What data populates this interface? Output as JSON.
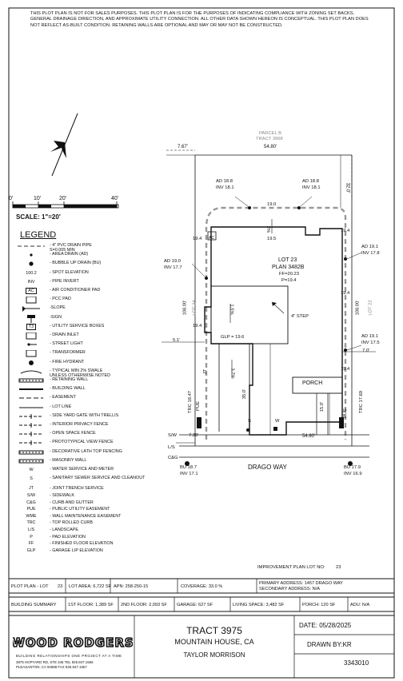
{
  "disclaimer": "THIS PLOT PLAN IS NOT FOR SALES PURPOSES. THIS PLOT PLAN IS FOR THE PURPOSES OF INDICATING COMPLIANCE WITH ZONING SET BACKS, GENERAL DRAINAGE DIRECTION, AND APPROXIMATE UTILITY CONNECTION. ALL OTHER DATA SHOWN HEREON IS CONCEPTUAL. THIS PLOT PLAN DOES NOT REFLECT AS-BUILT CONDITION. RETAINING WALLS ARE OPTIONAL AND MAY OR MAY NOT BE CONSTRUCTED.",
  "scale": {
    "ticks": [
      "0'",
      "10'",
      "20'",
      "40'"
    ],
    "label": "SCALE: 1\"=20'"
  },
  "legend": {
    "title": "LEGEND",
    "items": [
      {
        "symbol": "drain-pipe",
        "label": "- 4\" PVC DRAIN PIPE\n  S=0.005 MIN"
      },
      {
        "symbol": "area-drain",
        "label": "- AREA DRAIN (AD)"
      },
      {
        "symbol": "bubble-drain",
        "label": "- BUBBLE UP DRAIN (BU)"
      },
      {
        "symbol": "spot-elev",
        "label": "- SPOT ELEVATION",
        "sym_text": "100.2"
      },
      {
        "symbol": "pipe-invert",
        "label": "- PIPE INVERT",
        "sym_text": "INV"
      },
      {
        "symbol": "ac-pad",
        "label": "- AIR CONDITIONER PAD",
        "sym_text": "AC"
      },
      {
        "symbol": "pcc-pad",
        "label": "- PCC PAD"
      },
      {
        "symbol": "slope",
        "label": "-SLOPE"
      },
      {
        "symbol": "sign",
        "label": "-SIGN"
      },
      {
        "symbol": "utility-box",
        "label": "- UTILITY SERVICE BOXES",
        "sym_text": "T3"
      },
      {
        "symbol": "drain-inlet",
        "label": "- DRAIN INLET"
      },
      {
        "symbol": "street-light",
        "label": "- STREET LIGHT"
      },
      {
        "symbol": "transformer",
        "label": "- TRANSFORMER"
      },
      {
        "symbol": "fire-hydrant",
        "label": "- FIRE HYDRANT"
      },
      {
        "symbol": "swale",
        "label": "- TYPICAL MIN 2% SWALE\n  UNLESS OTHERWISE NOTED"
      },
      {
        "symbol": "retaining-wall",
        "label": "- RETAINING WALL"
      },
      {
        "symbol": "building-wall",
        "label": "- BUILDING WALL"
      },
      {
        "symbol": "easement",
        "label": "- EASEMENT"
      },
      {
        "symbol": "lot-line",
        "label": "- LOT LINE"
      },
      {
        "symbol": "side-gate",
        "label": "- SIDE YARD GATE WITH TRELLIS"
      },
      {
        "symbol": "privacy-fence",
        "label": "- INTERIOR PRIVACY FENCE"
      },
      {
        "symbol": "open-fence",
        "label": "- OPEN SPACE FENCE"
      },
      {
        "symbol": "view-fence",
        "label": "- PROTOTYPICAL VIEW FENCE"
      },
      {
        "symbol": "lath-fence",
        "label": "- DECORATIVE LATH TOP FENCING"
      },
      {
        "symbol": "masonry-wall",
        "label": "- MASONRY WALL"
      },
      {
        "symbol": "water",
        "label": "- WATER SERVICE AND METER",
        "sym_text": "W"
      },
      {
        "symbol": "sewer",
        "label": "- SANITARY SEWER SERVICE AND CLEANOUT",
        "sym_text": "S"
      }
    ],
    "abbrev": [
      {
        "k": "JT",
        "v": "- JOINT TRENCH SERVICE"
      },
      {
        "k": "S/W",
        "v": "- SIDEWALK"
      },
      {
        "k": "C&G",
        "v": "- CURB AND GUTTER"
      },
      {
        "k": "PUE",
        "v": "- PUBLIC UTILITY EASEMENT"
      },
      {
        "k": "WME",
        "v": "- WALL MAINTENANCE EASEMENT"
      },
      {
        "k": "TRC",
        "v": "- TOP ROLLED CURB"
      },
      {
        "k": "L/S",
        "v": "- LANDSCAPE"
      },
      {
        "k": "P",
        "v": "- PAD ELEVATION"
      },
      {
        "k": "FF",
        "v": "- FINISHED FLOOR ELEVATION"
      },
      {
        "k": "GLP",
        "v": "- GARAGE LIP ELEVATION"
      }
    ]
  },
  "plan": {
    "parcel": "PARCEL B",
    "parcel_tract": "TRACT 3968",
    "dim_top_left": "7.67'",
    "dim_top": "54.80'",
    "dim_32": "32.0'",
    "ad_tl": "AD 18.8",
    "inv_tl": "INV 18.1",
    "ad_tr": "AD 18.8",
    "inv_tr": "INV 18.1",
    "spot_190": "19.0",
    "spot_195": "19.5",
    "spot_194a": "19.4",
    "spot_194b": "19.4",
    "spot_194c": "19.4",
    "spot_194d": "19.4",
    "spot_194e": "19.4",
    "ac": "AC",
    "lot": "LOT 23",
    "plan": "PLAN 3482B",
    "ff": "FF=20.23",
    "pad": "P=19.4",
    "ad_l": "AD 19.0",
    "inv_l": "INV 17.7",
    "ad_r1": "AD 19.1",
    "inv_r1": "INV 17.8",
    "ad_r2": "AD 19.1",
    "inv_r2": "INV 17.5",
    "dim_108_l": "108.00'",
    "dim_108_r": "108.00'",
    "lot24": "LOT 24",
    "lot22": "LOT 22",
    "step": "4\" STEP",
    "slope1": "1.5%",
    "slope2": "3.7%",
    "slope3": "2%",
    "dim_51": "5.1'",
    "glp": "GLP = 19.6",
    "dim_70": "7.0'",
    "porch": "PORCH",
    "dim_350": "35.0'",
    "dim_150": "15.0'",
    "trc_l": "TRC 18.47",
    "trc_r": "TRC 17.69",
    "jt": "JT",
    "pue_l": "PUE",
    "pue_r": "PUE",
    "sw_l": "S/W",
    "dim_720": "7.20'",
    "ls": "L/S",
    "cg": "C&G",
    "dim_bottom": "54.80'",
    "street": "DRAGO WAY",
    "bu_l": "BU 18.7",
    "binv_l": "INV 17.1",
    "bu_r": "BU 17.9",
    "binv_r": "INV 16.9",
    "s_l": "S",
    "w_l": "W",
    "improvement": "IMPROVEMENT PLAN LOT NO:",
    "improvement_no": "23"
  },
  "info": {
    "plotplan": "PLOT PLAN - LOT",
    "plotplan_no": "23",
    "lot_area": "LOT AREA: 6,722 SF",
    "apn": "APN:  258-250-15",
    "coverage": "COVERAGE:  33.0 %",
    "primary": "PRIMARY ADDRESS: 1457 DRAGO WAY",
    "secondary": "SECONDARY ADDRESS: N/A",
    "summary": "BUILDING SUMMARY",
    "first": "1st FLOOR:  1,389 SF",
    "second": "2nd FLOOR:  2,093 SF",
    "garage": "GARAGE:  627 SF",
    "living": "LIVING SPACE:  3,482 SF",
    "porch": "PORCH:  120 SF",
    "adu": "ADU:  N/A"
  },
  "title_block": {
    "logo": "WOOD RODGERS",
    "tagline": "BUILDING RELATIONSHIPS ONE PROJECT AT A TIME",
    "addr1": "3875 HOPYARD RD, STE 345   TEL 925.847.1556",
    "addr2": "PLEASANTON, CA 94588  FAX 925.847.1557",
    "tract": "TRACT 3975",
    "city": "MOUNTAIN HOUSE, CA",
    "builder": "TAYLOR MORRISON",
    "date": "DATE:  05/28/2025",
    "drawn": "DRAWN BY:KR",
    "job": "3343010"
  }
}
